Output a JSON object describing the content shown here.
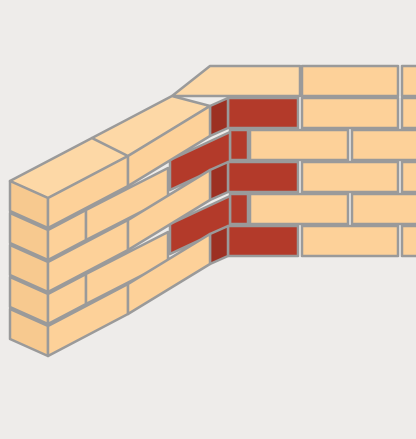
{
  "diagram": {
    "colors": {
      "background": "#eeecea",
      "brick_face": "#fdd199",
      "brick_top": "#fdd8a6",
      "brick_side": "#f7c98f",
      "highlighted_brick": "#b33a2a",
      "highlighted_brick_dark": "#9c3022",
      "mortar_stroke": "#9a9a9a"
    },
    "components": [
      "left-wall",
      "right-wall",
      "corner-joint-bricks"
    ]
  }
}
